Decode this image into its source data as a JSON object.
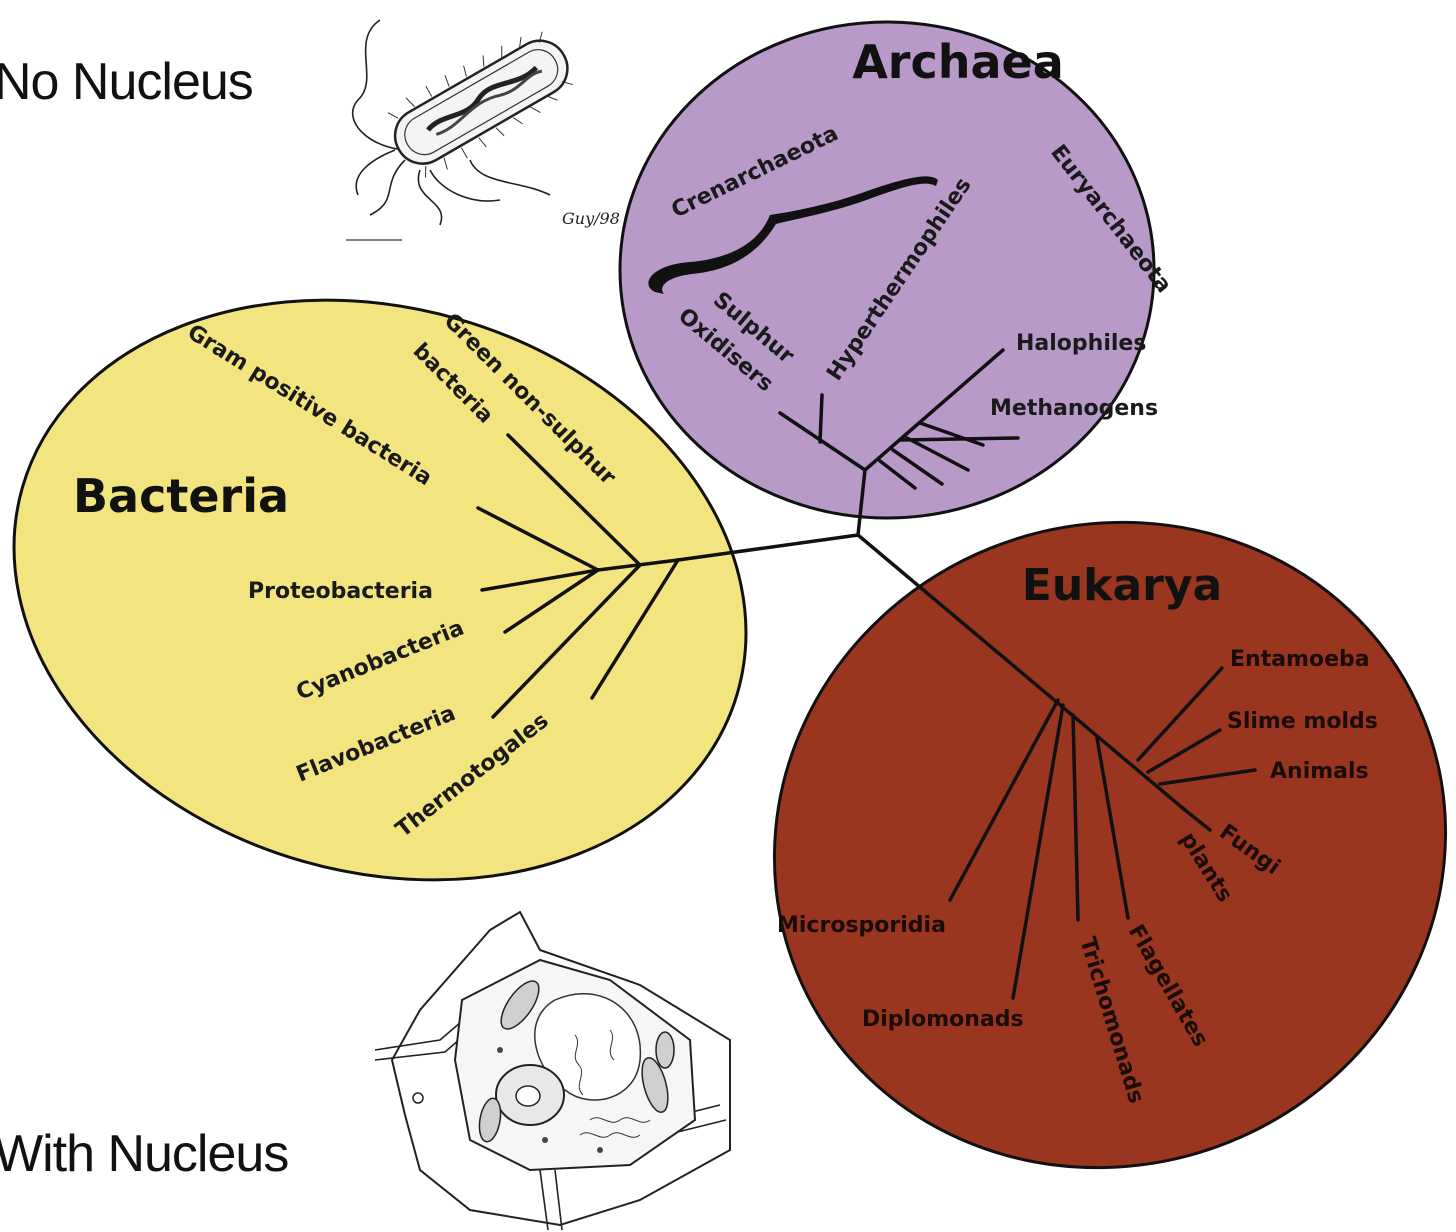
{
  "captions": {
    "top": "No Nucleus",
    "bottom": "With Nucleus"
  },
  "prokaryote_sketch": {
    "signature": "Guy/98"
  },
  "domains": {
    "archaea": {
      "title": "Archaea",
      "color": "#b89ac8",
      "groups": {
        "crenarchaeota": "Crenarchaeota",
        "euryarchaeota": "Euryarchaeota",
        "hyperthermophiles": "Hyperthermophiles",
        "sulphur": "Sulphur",
        "oxidisers": "Oxidisers",
        "halophiles": "Halophiles",
        "methanogens": "Methanogens"
      }
    },
    "bacteria": {
      "title": "Bacteria",
      "color": "#f2e580",
      "groups": {
        "gram_positive": "Gram positive bacteria",
        "green_1": "Green non-sulphur",
        "green_2": "bacteria",
        "proteobacteria": "Proteobacteria",
        "cyanobacteria": "Cyanobacteria",
        "flavobacteria": "Flavobacteria",
        "thermotogales": "Thermotogales"
      }
    },
    "eukarya": {
      "title": "Eukarya",
      "color": "#9a3520",
      "groups": {
        "entamoeba": "Entamoeba",
        "slime_molds": "Slime molds",
        "animals": "Animals",
        "fungi": "Fungi",
        "plants": "plants",
        "microsporidia": "Microsporidia",
        "diplomonads": "Diplomonads",
        "trichomonads": "Trichomonads",
        "flagellates": "Flagellates"
      }
    }
  }
}
